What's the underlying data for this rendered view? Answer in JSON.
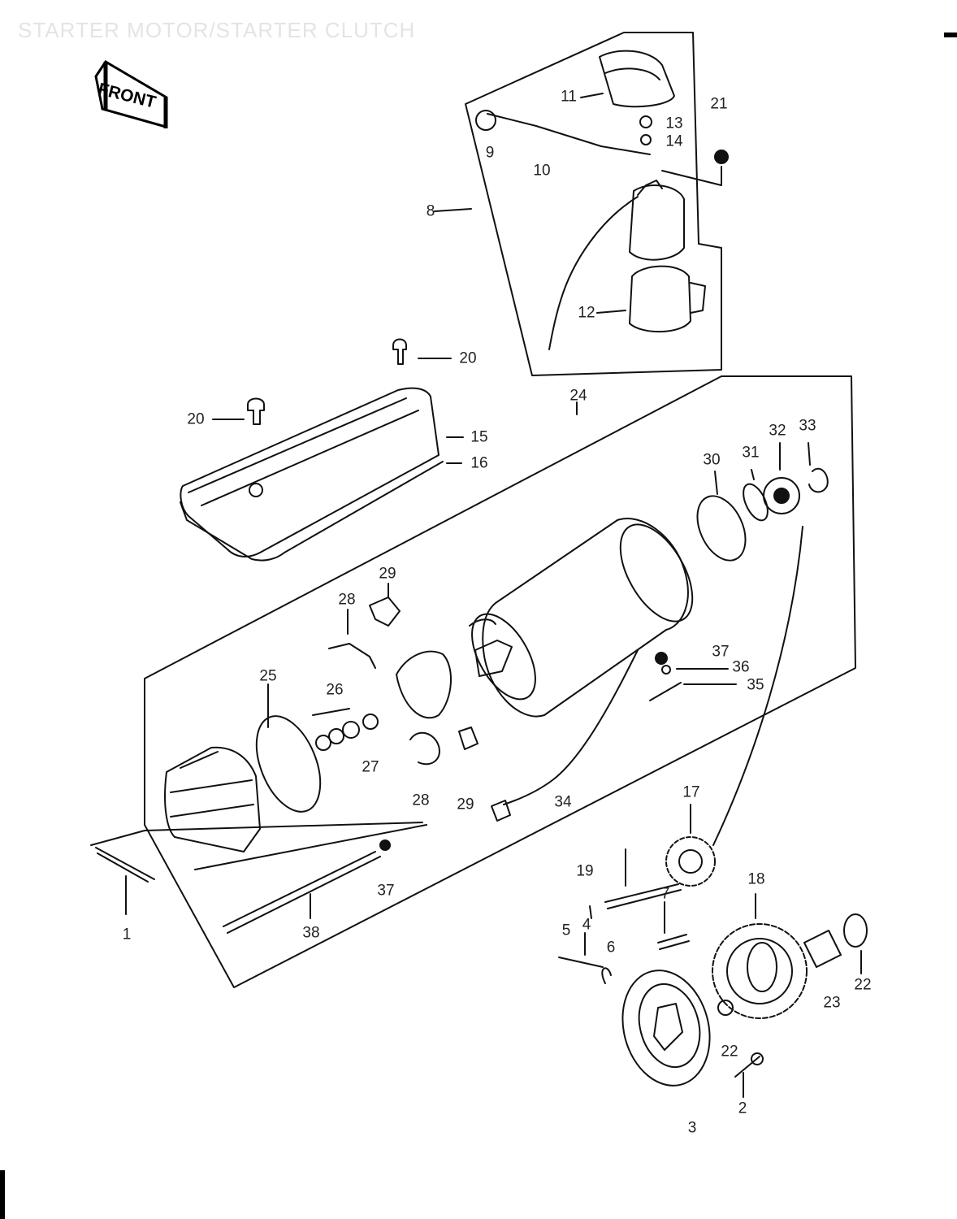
{
  "title": "STARTER MOTOR/STARTER CLUTCH",
  "badge": {
    "label": "FRONT"
  },
  "callouts": [
    {
      "id": "11",
      "text": "11"
    },
    {
      "id": "21",
      "text": "21"
    },
    {
      "id": "13",
      "text": "13"
    },
    {
      "id": "14",
      "text": "14"
    },
    {
      "id": "9",
      "text": "9"
    },
    {
      "id": "10",
      "text": "10"
    },
    {
      "id": "8",
      "text": "8"
    },
    {
      "id": "12",
      "text": "12"
    },
    {
      "id": "20a",
      "text": "20"
    },
    {
      "id": "20b",
      "text": "20"
    },
    {
      "id": "24",
      "text": "24"
    },
    {
      "id": "15",
      "text": "15"
    },
    {
      "id": "16",
      "text": "16"
    },
    {
      "id": "32",
      "text": "32"
    },
    {
      "id": "33",
      "text": "33"
    },
    {
      "id": "30",
      "text": "30"
    },
    {
      "id": "31",
      "text": "31"
    },
    {
      "id": "29a",
      "text": "29"
    },
    {
      "id": "28a",
      "text": "28"
    },
    {
      "id": "37a",
      "text": "37"
    },
    {
      "id": "36",
      "text": "36"
    },
    {
      "id": "35",
      "text": "35"
    },
    {
      "id": "25",
      "text": "25"
    },
    {
      "id": "26",
      "text": "26"
    },
    {
      "id": "27",
      "text": "27"
    },
    {
      "id": "28b",
      "text": "28"
    },
    {
      "id": "29b",
      "text": "29"
    },
    {
      "id": "34",
      "text": "34"
    },
    {
      "id": "17",
      "text": "17"
    },
    {
      "id": "19",
      "text": "19"
    },
    {
      "id": "18",
      "text": "18"
    },
    {
      "id": "1",
      "text": "1"
    },
    {
      "id": "37b",
      "text": "37"
    },
    {
      "id": "38",
      "text": "38"
    },
    {
      "id": "5",
      "text": "5"
    },
    {
      "id": "4",
      "text": "4"
    },
    {
      "id": "6",
      "text": "6"
    },
    {
      "id": "7",
      "text": "7"
    },
    {
      "id": "22a",
      "text": "22"
    },
    {
      "id": "23",
      "text": "23"
    },
    {
      "id": "22b",
      "text": "22"
    },
    {
      "id": "2",
      "text": "2"
    },
    {
      "id": "3",
      "text": "3"
    }
  ]
}
